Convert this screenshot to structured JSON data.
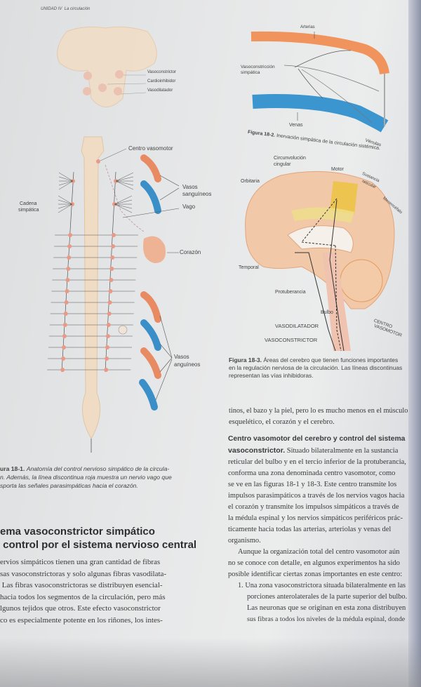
{
  "header": {
    "unit": "UNIDAD IV",
    "chapter": "La circulación"
  },
  "figure_top_left": {
    "labels": [
      "Vasoconstrictor",
      "Cardioinhibidor",
      "Vasodilatador"
    ]
  },
  "figure_18_1": {
    "labels": {
      "centro": "Centro vasomotor",
      "vasos1": "Vasos",
      "vasos1b": "sanguíneos",
      "vago": "Vago",
      "cadena": "Cadena",
      "cadena_b": "simpática",
      "corazon": "Corazón",
      "vasos2": "Vasos",
      "vasos2b": "anguíneos"
    },
    "caption_num": "ura 18-1.",
    "caption_lines": [
      "Anatomía del control nervioso simpático de la circula-",
      "n. Además, la línea discontinua roja muestra un nervio vago que",
      "sporta las señales parasimpáticas hacia el corazón."
    ]
  },
  "figure_18_2": {
    "labels": {
      "arterias": "Arterias",
      "vasoconstriccion": "Vasoconstricción",
      "vasoconstriccion_b": "simpática",
      "venas": "Venas",
      "venulas": "Vénulas"
    },
    "caption_num": "Figura 18-2.",
    "caption": "Inervación simpática de la circulación sistémica."
  },
  "figure_18_3": {
    "labels": {
      "cingular": "Circunvolución",
      "cingular_b": "cingular",
      "motor": "Motor",
      "sustancia": "Sustancia",
      "sustancia_b": "reticular",
      "mesencefalo": "Mesencéfalo",
      "orbitaria": "Orbitaria",
      "temporal": "Temporal",
      "protuberancia": "Protuberancia",
      "bulbo": "Bulbo",
      "vasodilatador": "VASODILATADOR",
      "vasoconstrictor": "VASOCONSTRICTOR",
      "centro": "CENTRO",
      "centro_b": "VASOMOTOR"
    },
    "caption_num": "Figura 18-3.",
    "caption_lines": [
      "Áreas del cerebro que tienen funciones importantes",
      "en la regulación nerviosa de la circulación. Las líneas discontinuas",
      "representan las vías inhibidoras."
    ]
  },
  "left_section": {
    "heading_lines": [
      "ema vasoconstrictor simpático",
      " control por el sistema nervioso central"
    ],
    "paragraph_lines": [
      "ervios simpáticos tienen una gran cantidad de fibras",
      "sas vasoconstrictoras y solo algunas fibras vasodilata-",
      " Las fibras vasoconstrictoras se distribuyen esencial-",
      "hacia todos los segmentos de la circulación, pero más",
      "lgunos tejidos que otros. Este efecto vasoconstrictor",
      "co es especialmente potente en los riñones, los intes-"
    ]
  },
  "right_section": {
    "continuation_lines": [
      "tinos, el bazo y la piel, pero lo es mucho menos en el músculo",
      "esquelético, el corazón y el cerebro."
    ],
    "subhead": "Centro vasomotor del cerebro y control del sistema",
    "subhead_b": "vasoconstrictor.",
    "paragraph_lines": [
      " Situado bilateralmente en la sustancia",
      "reticular del bulbo y en el tercio inferior de la protuberancia,",
      "conforma una zona denominada centro vasomotor, como",
      "se ve en las figuras 18-1 y 18-3. Este centro transmite los",
      "impulsos parasimpáticos a través de los nervios vagos hacia",
      "el corazón y transmite los impulsos simpáticos a través de",
      "la médula espinal y los nervios simpáticos periféricos prác-",
      "ticamente hacia todas las arterias, arteriolas y venas del",
      "organismo."
    ],
    "paragraph2_lines": [
      "Aunque la organización total del centro vasomotor aún",
      "no se conoce con detalle, en algunos experimentos ha sido",
      "posible identificar ciertas zonas importantes en este centro:"
    ],
    "list_item_num": "1.",
    "list_item_lines": [
      "Una zona vasoconstrictora situada bilateralmente en las",
      "porciones anterolaterales de la parte superior del bulbo.",
      "Las neuronas que se originan en esta zona distribuyen",
      "sus fibras a todos los niveles de la médula espinal, donde"
    ]
  },
  "colors": {
    "artery": "#e88a62",
    "vein": "#3a8fc9",
    "cord": "#f0dcc4",
    "node": "#e89a86",
    "yellow": "#e9c84a"
  }
}
